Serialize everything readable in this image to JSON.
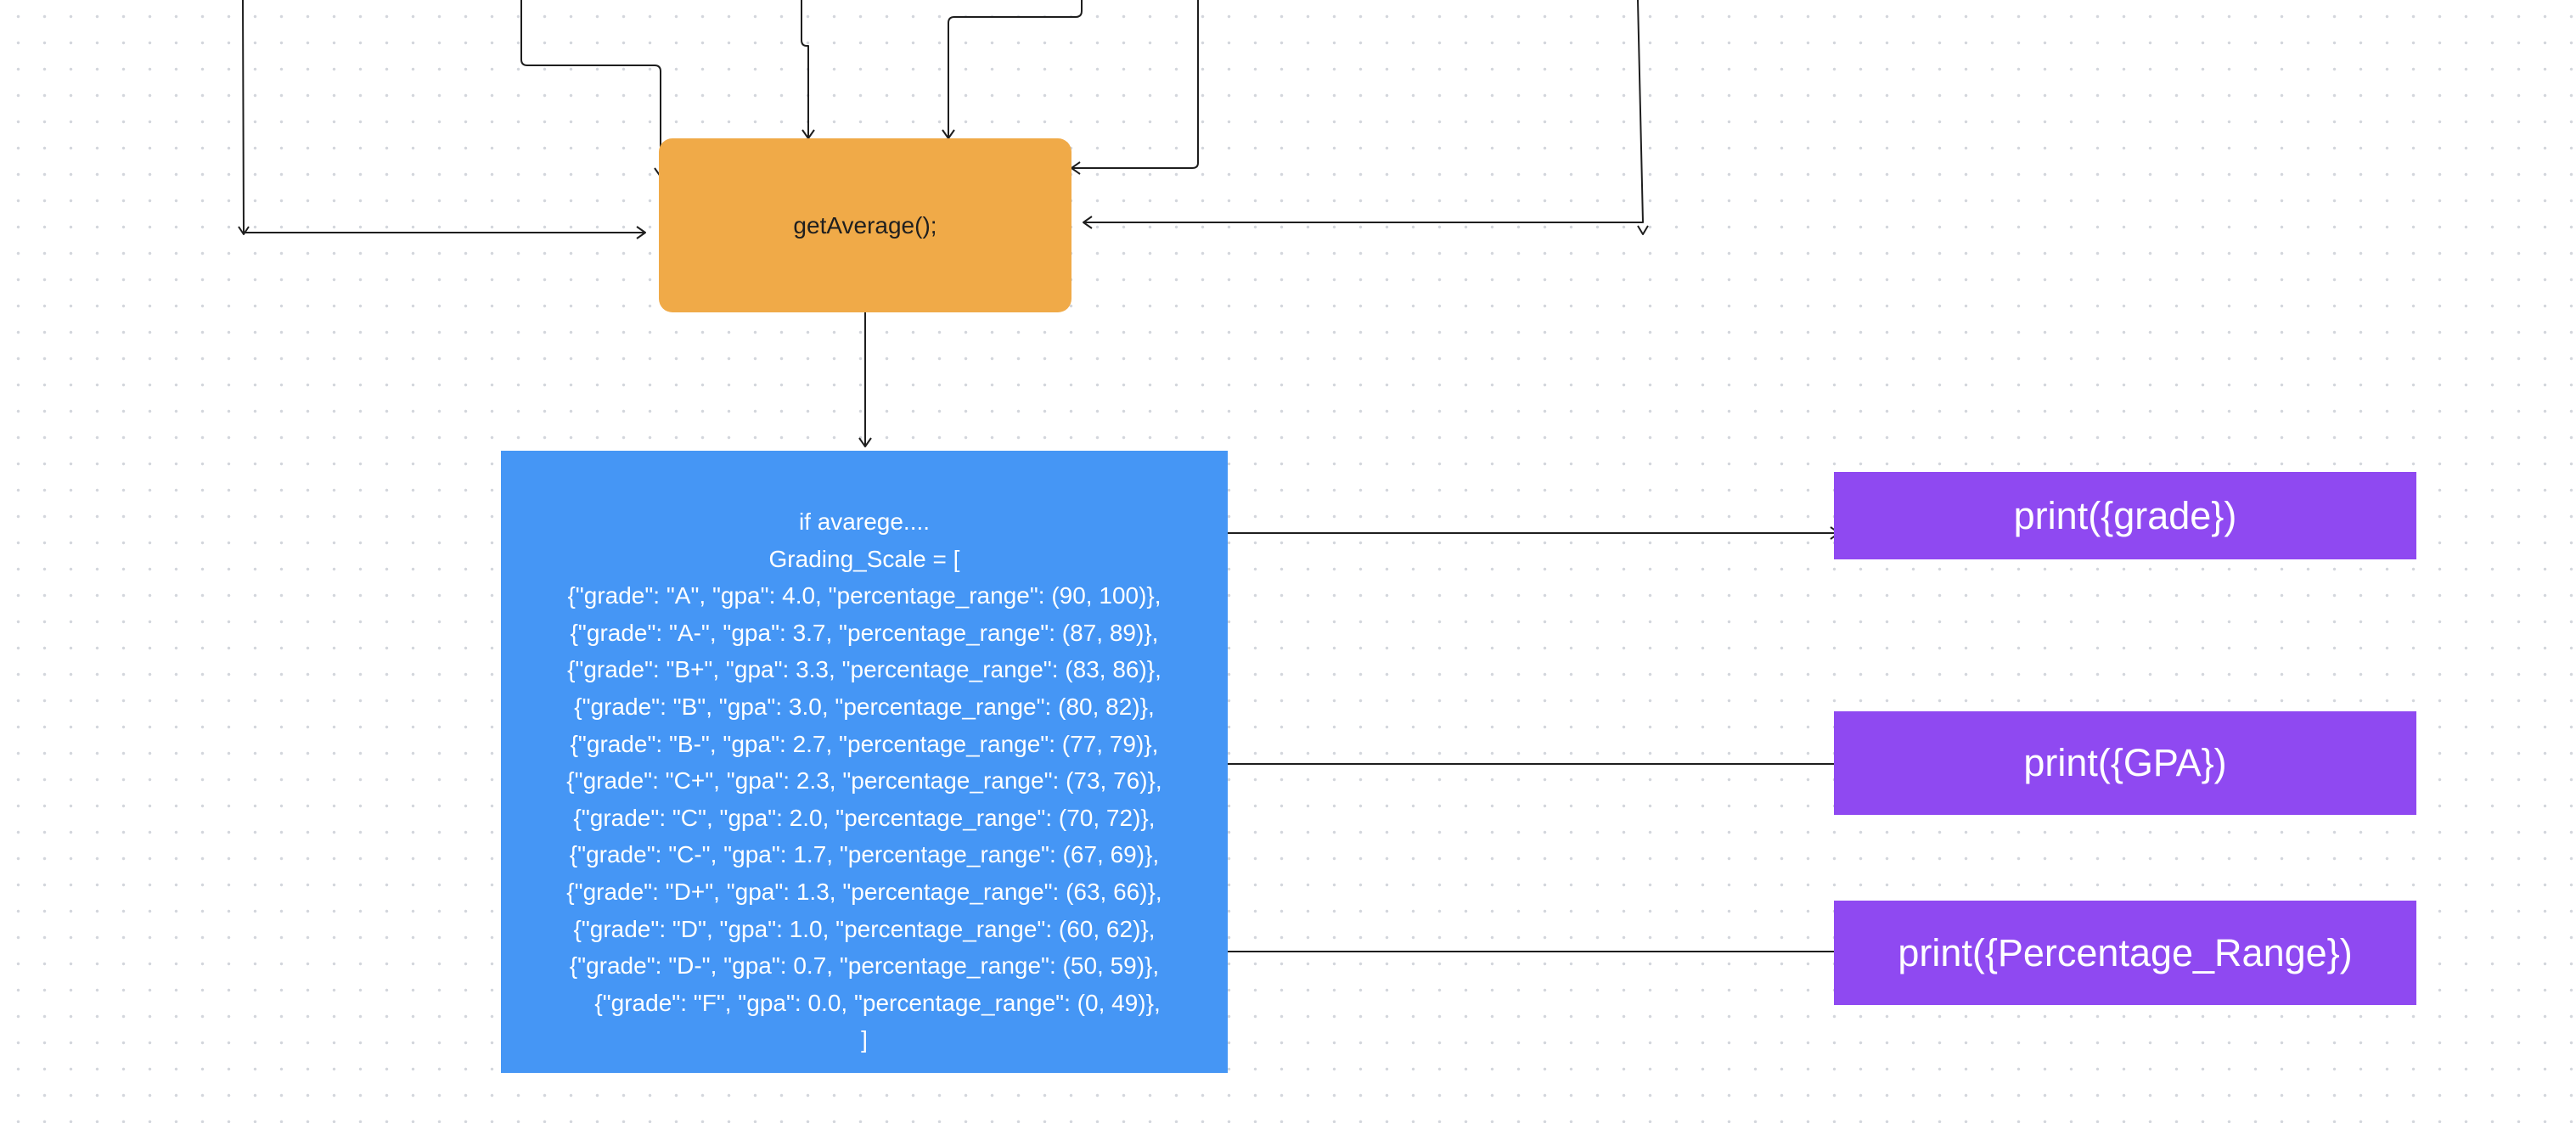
{
  "nodes": {
    "average": {
      "label": "getAverage();",
      "color": "#f0aa48"
    },
    "grading_scale": {
      "color": "#4596f5",
      "lines": [
        "if avarege....",
        "Grading_Scale = [",
        "{\"grade\": \"A\", \"gpa\": 4.0, \"percentage_range\": (90, 100)},",
        "{\"grade\": \"A-\", \"gpa\": 3.7, \"percentage_range\": (87, 89)},",
        "{\"grade\": \"B+\", \"gpa\": 3.3, \"percentage_range\": (83, 86)},",
        "{\"grade\": \"B\", \"gpa\": 3.0, \"percentage_range\": (80, 82)},",
        "{\"grade\": \"B-\", \"gpa\": 2.7, \"percentage_range\": (77, 79)},",
        "{\"grade\": \"C+\", \"gpa\": 2.3, \"percentage_range\": (73, 76)},",
        "{\"grade\": \"C\", \"gpa\": 2.0, \"percentage_range\": (70, 72)},",
        "{\"grade\": \"C-\", \"gpa\": 1.7, \"percentage_range\": (67, 69)},",
        "{\"grade\": \"D+\", \"gpa\": 1.3, \"percentage_range\": (63, 66)},",
        "{\"grade\": \"D\", \"gpa\": 1.0, \"percentage_range\": (60, 62)},",
        "{\"grade\": \"D-\", \"gpa\": 0.7, \"percentage_range\": (50, 59)},",
        "    {\"grade\": \"F\", \"gpa\": 0.0, \"percentage_range\": (0, 49)},",
        "]"
      ]
    },
    "print_grade": {
      "label": "print({grade})",
      "color": "#8f49f1"
    },
    "print_gpa": {
      "label": "print({GPA})",
      "color": "#8f49f1"
    },
    "print_range": {
      "label": "print({Percentage_Range})",
      "color": "#8f49f1"
    }
  },
  "edges": [
    {
      "from": "offscreen-left",
      "to": "average"
    },
    {
      "from": "offscreen-top-1",
      "to": "average"
    },
    {
      "from": "offscreen-top-2",
      "to": "average"
    },
    {
      "from": "offscreen-top-3",
      "to": "average"
    },
    {
      "from": "offscreen-top-4",
      "to": "average"
    },
    {
      "from": "offscreen-right",
      "to": "average"
    },
    {
      "from": "average",
      "to": "grading_scale"
    },
    {
      "from": "grading_scale",
      "to": "print_grade"
    },
    {
      "from": "grading_scale",
      "to": "print_gpa"
    },
    {
      "from": "grading_scale",
      "to": "print_range"
    }
  ],
  "canvas": {
    "background": "#ffffff",
    "grid_dot_color": "#d3d6dc",
    "connector_color": "#1e1e1e"
  }
}
